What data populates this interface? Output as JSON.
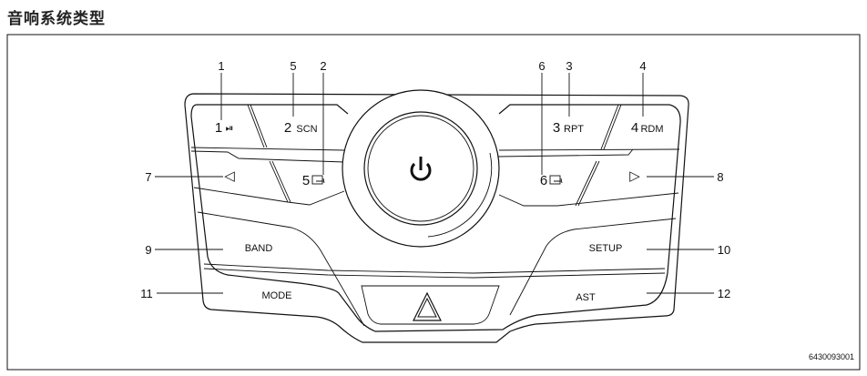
{
  "title": "音响系统类型",
  "figure_id": "6430093001",
  "callouts": [
    "1",
    "2",
    "3",
    "4",
    "5",
    "6",
    "7",
    "8",
    "9",
    "10",
    "11",
    "12"
  ],
  "buttons": {
    "play_pause": {
      "num": "1",
      "glyph": "⏯"
    },
    "scan": {
      "num": "2",
      "text": "SCN"
    },
    "repeat": {
      "num": "3",
      "text": "RPT"
    },
    "random": {
      "num": "4",
      "text": "RDM"
    },
    "folder_down": {
      "num": "5"
    },
    "folder_up": {
      "num": "6"
    },
    "prev": "◁",
    "next": "▷",
    "band": "BAND",
    "setup": "SETUP",
    "mode": "MODE",
    "ast": "AST"
  }
}
